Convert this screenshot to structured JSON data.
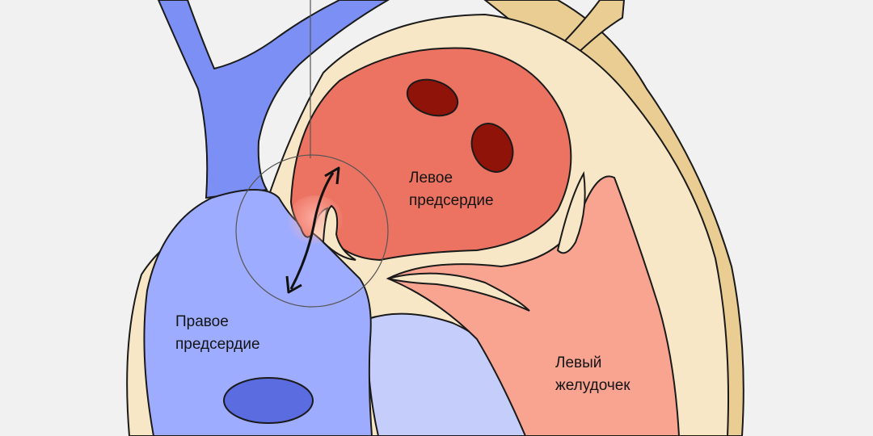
{
  "labels": {
    "left_atrium": {
      "line1": "Левое",
      "line2": "предсердие"
    },
    "right_atrium": {
      "line1": "Правое",
      "line2": "предсердие"
    },
    "left_ventricle": {
      "line1": "Левый",
      "line2": "желудочек"
    }
  },
  "colors": {
    "background": "#f1f1f1",
    "wall": "#f8e7c6",
    "outer_band": "#e9cd93",
    "vein": "#7b8ff5",
    "right_atrium": "#9eacff",
    "right_lower": "#c5cdfb",
    "left_atrium": "#ec7362",
    "left_ventricle": "#f9a391",
    "pulmonary_vein": "#8f1309",
    "vena_opening": "#5b6ce0",
    "outline": "#1a1a1a"
  }
}
